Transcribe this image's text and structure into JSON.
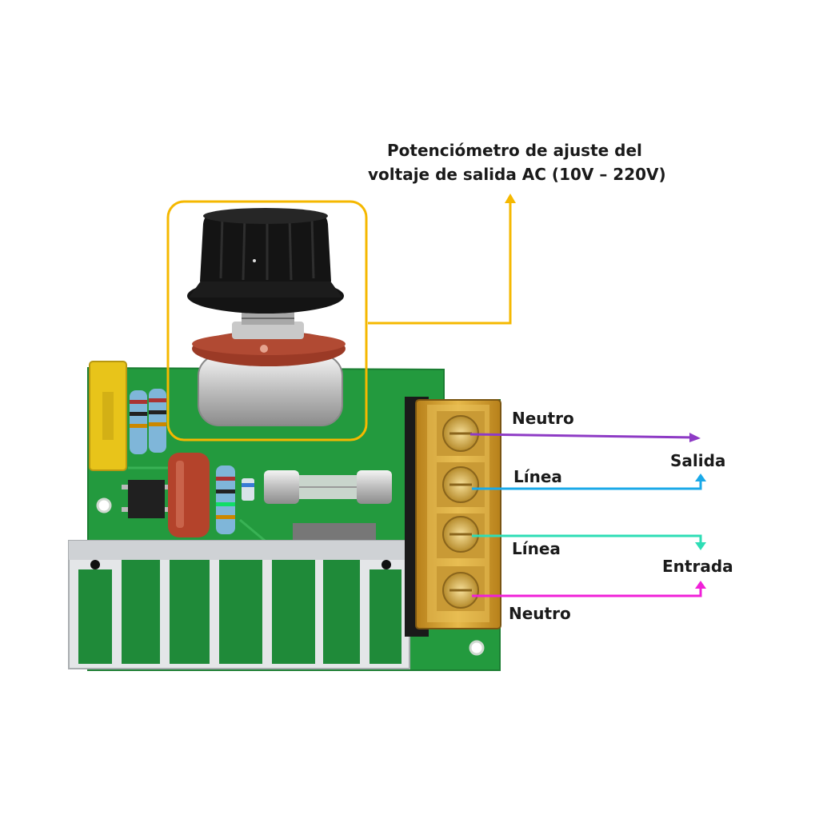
{
  "callout": {
    "line1": "Potenciómetro de ajuste del",
    "line2": "voltaje de salida AC (10V – 220V)",
    "color": "#F5B800"
  },
  "terminals": [
    {
      "label": "Neutro",
      "color": "#8E3BC5"
    },
    {
      "label": "Línea",
      "color": "#1AA9E8"
    },
    {
      "label": "Línea",
      "color": "#2EDDB5"
    },
    {
      "label": "Neutro",
      "color": "#F020D8"
    }
  ],
  "groups": {
    "output": "Salida",
    "input": "Entrada"
  },
  "colors": {
    "pcb": "#239A3E",
    "pcb_dark": "#177A2E",
    "heatsink": "#E4E6E8",
    "terminal_block": "#D9A425",
    "knob": "#141414",
    "pot_band": "#9B3A26",
    "pot_body": "#CFCFCF",
    "capacitor": "#E8C41A"
  }
}
